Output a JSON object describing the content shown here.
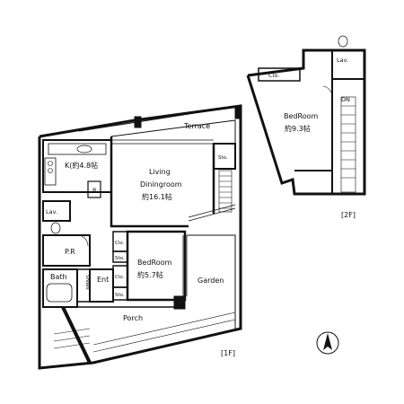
{
  "floor_1": {
    "tag": "[1F]",
    "terrace": "Terrace",
    "kitchen": "K(約4.8帖",
    "kitchen_r": "R",
    "living_l1": "Living",
    "living_l2": "Diningroom",
    "living_l3": "約16.1帖",
    "sto_terrace": "Sto.",
    "lav": "Lav.",
    "pr": "P.R",
    "clo_a": "Clo.",
    "sto_a": "Sto.",
    "bedroom_l1": "BedRoom",
    "bedroom_l2": "約5.7帖",
    "bath": "Bath",
    "shoes": "Shoes",
    "ent": "Ent",
    "clo_b": "Clo.",
    "sto_b": "Sto.",
    "garden": "Garden",
    "porch": "Porch"
  },
  "floor_2": {
    "tag": "[2F]",
    "clo": "Clo.",
    "lav": "Lav.",
    "dn": "DN",
    "bedroom_l1": "BedRoom",
    "bedroom_l2": "約9.3帖"
  },
  "north_label": "N",
  "icons": [
    "north-arrow-icon",
    "toilet-icon",
    "bathtub-icon",
    "sink-icon",
    "door-swing-icon",
    "stairs-icon"
  ],
  "colors": {
    "wall": "#111111",
    "line": "#333333",
    "background": "#ffffff"
  }
}
